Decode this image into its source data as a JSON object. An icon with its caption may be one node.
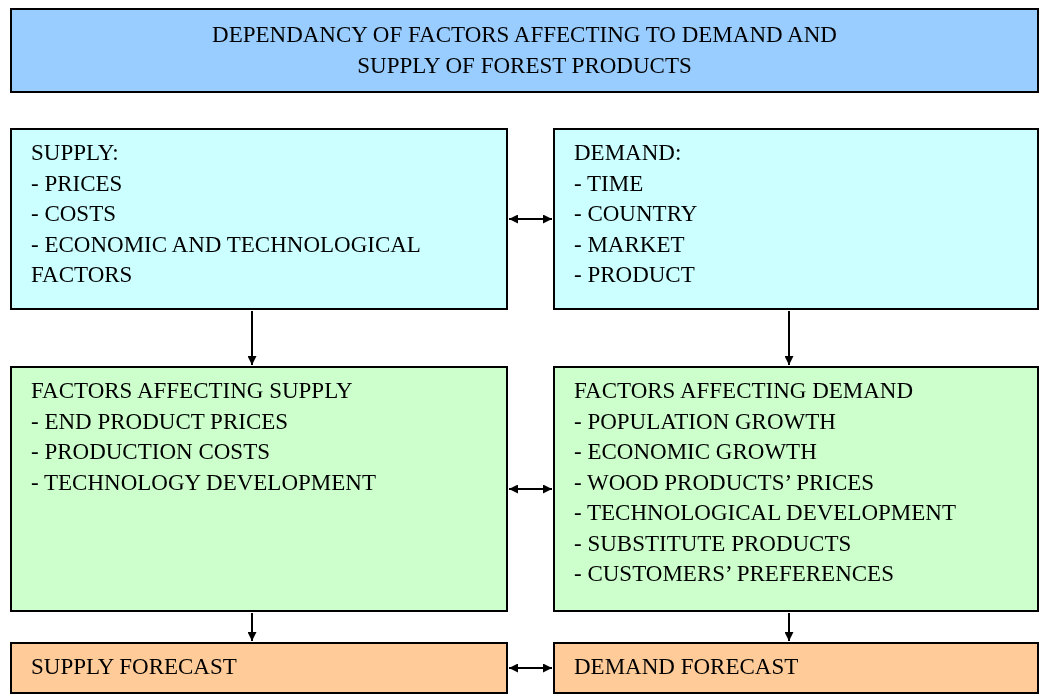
{
  "diagram": {
    "nodes": [
      {
        "text": [
          "DEPENDANCY OF FACTORS AFFECTING TO DEMAND AND SUPPLY OF FOREST PRODUCTS"
        ]
      },
      {
        "text": [
          "SUPPLY:",
          "- PRICES",
          "- COSTS",
          "- ECONOMIC AND TECHNOLOGICAL FACTORS"
        ]
      },
      {
        "text": [
          "DEMAND:",
          "- TIME",
          "- COUNTRY",
          "- MARKET",
          "- PRODUCT"
        ]
      },
      {
        "text": [
          "FACTORS AFFECTING SUPPLY",
          "- END PRODUCT PRICES",
          "- PRODUCTION COSTS",
          "- TECHNOLOGY DEVELOPMENT"
        ]
      },
      {
        "text": [
          "FACTORS AFFECTING DEMAND",
          "- POPULATION GROWTH",
          "- ECONOMIC GROWTH",
          "- WOOD PRODUCTS’ PRICES",
          "- TECHNOLOGICAL DEVELOPMENT",
          "- SUBSTITUTE PRODUCTS",
          "- CUSTOMERS’ PREFERENCES"
        ]
      },
      {
        "text": [
          "SUPPLY FORECAST"
        ]
      },
      {
        "text": [
          "DEMAND FORECAST"
        ]
      }
    ],
    "edges": [
      {
        "from": 1,
        "to": 2,
        "arrow": "both"
      },
      {
        "from": 1,
        "to": 3,
        "arrow": "to"
      },
      {
        "from": 2,
        "to": 4,
        "arrow": "to"
      },
      {
        "from": 3,
        "to": 4,
        "arrow": "both"
      },
      {
        "from": 3,
        "to": 5,
        "arrow": "to"
      },
      {
        "from": 4,
        "to": 6,
        "arrow": "to"
      },
      {
        "from": 5,
        "to": 6,
        "arrow": "both"
      }
    ]
  }
}
